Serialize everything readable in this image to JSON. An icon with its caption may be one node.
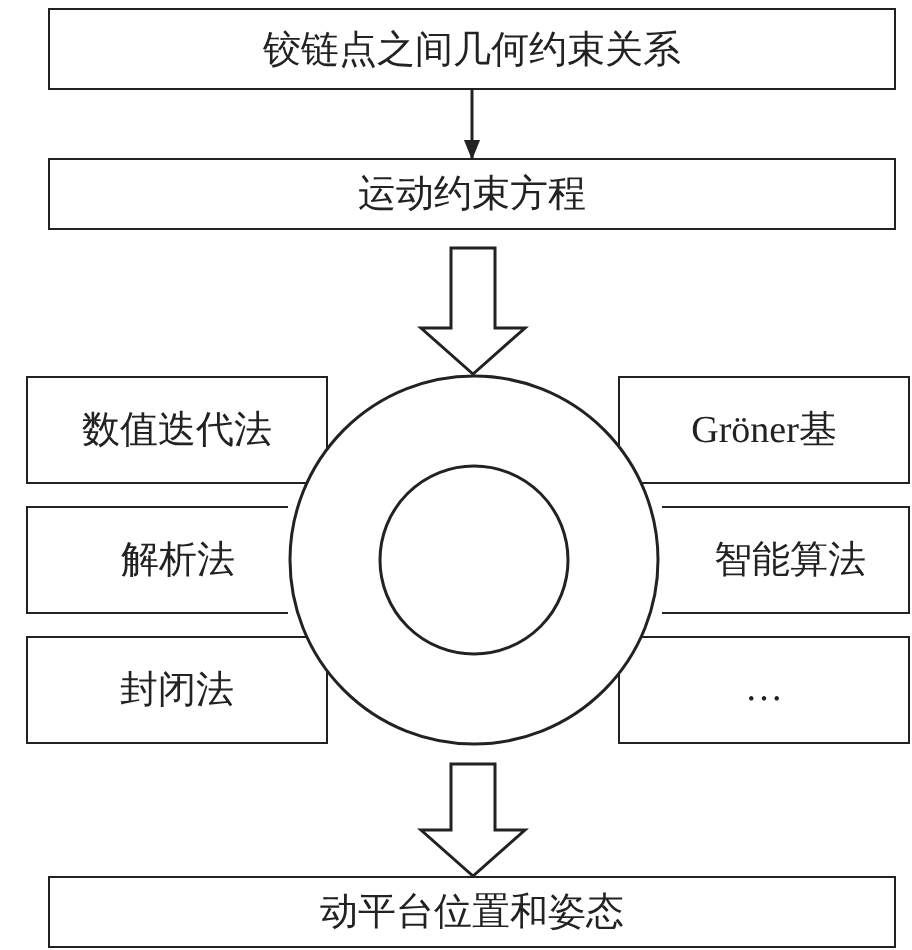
{
  "diagram": {
    "nodes": [
      {
        "text": [
          "铰链点之间几何约束关系"
        ]
      },
      {
        "text": [
          "运动约束方程"
        ]
      },
      {
        "text": [],
        "shape": "circle"
      },
      {
        "text": [],
        "shape": "circle",
        "in": 2
      },
      {
        "text": [
          "数值迭代法"
        ]
      },
      {
        "text": [
          "Gröner基"
        ]
      },
      {
        "text": [
          "解析法"
        ]
      },
      {
        "text": [
          "智能算法"
        ]
      },
      {
        "text": [
          "封闭法"
        ]
      },
      {
        "text": [
          "…"
        ]
      },
      {
        "text": [
          "动平台位置和姿态"
        ]
      }
    ],
    "edges": [
      {
        "from": 0,
        "to": 1,
        "arrow": "to"
      },
      {
        "from": 1,
        "to": 2,
        "arrow": "to",
        "style": "thick"
      },
      {
        "from": 2,
        "to": 10,
        "arrow": "to",
        "style": "thick"
      }
    ]
  }
}
